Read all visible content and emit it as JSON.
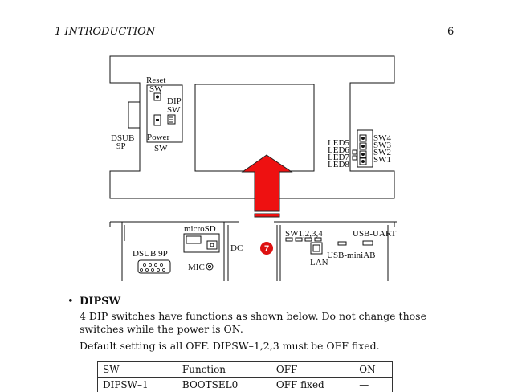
{
  "header": {
    "section": "1   INTRODUCTION",
    "page_number": "6"
  },
  "figure": {
    "labels": {
      "reset_sw": [
        "Reset",
        "SW"
      ],
      "dip_sw": [
        "DIP",
        "SW"
      ],
      "power_sw": [
        "Power",
        "SW"
      ],
      "dsub_top": [
        "DSUB",
        "9P"
      ],
      "leds": [
        "LED5",
        "LED6",
        "LED7",
        "LED8"
      ],
      "sws": [
        "SW4",
        "SW3",
        "SW2",
        "SW1"
      ],
      "microsd": "microSD",
      "dsub_bottom": "DSUB 9P",
      "dc": "DC",
      "mic": "MIC",
      "sw1234": "SW1,2,3,4",
      "usb_uart": "USB-UART",
      "lan": "LAN",
      "usb_miniab": "USB-miniAB",
      "marker": "7"
    },
    "arrow_color": "#ee1111",
    "marker_color": "#dd1111"
  },
  "dipsw": {
    "title": "DIPSW",
    "para1": "4 DIP switches have functions as shown below. Do not change those switches while the power is ON.",
    "para2": "Default setting is all OFF. DIPSW–1,2,3 must be OFF fixed.",
    "table": {
      "headers": [
        "SW",
        "Function",
        "OFF",
        "ON"
      ],
      "rows": [
        [
          "DIPSW–1",
          "BOOTSEL0",
          "OFF fixed",
          "—"
        ]
      ]
    }
  }
}
